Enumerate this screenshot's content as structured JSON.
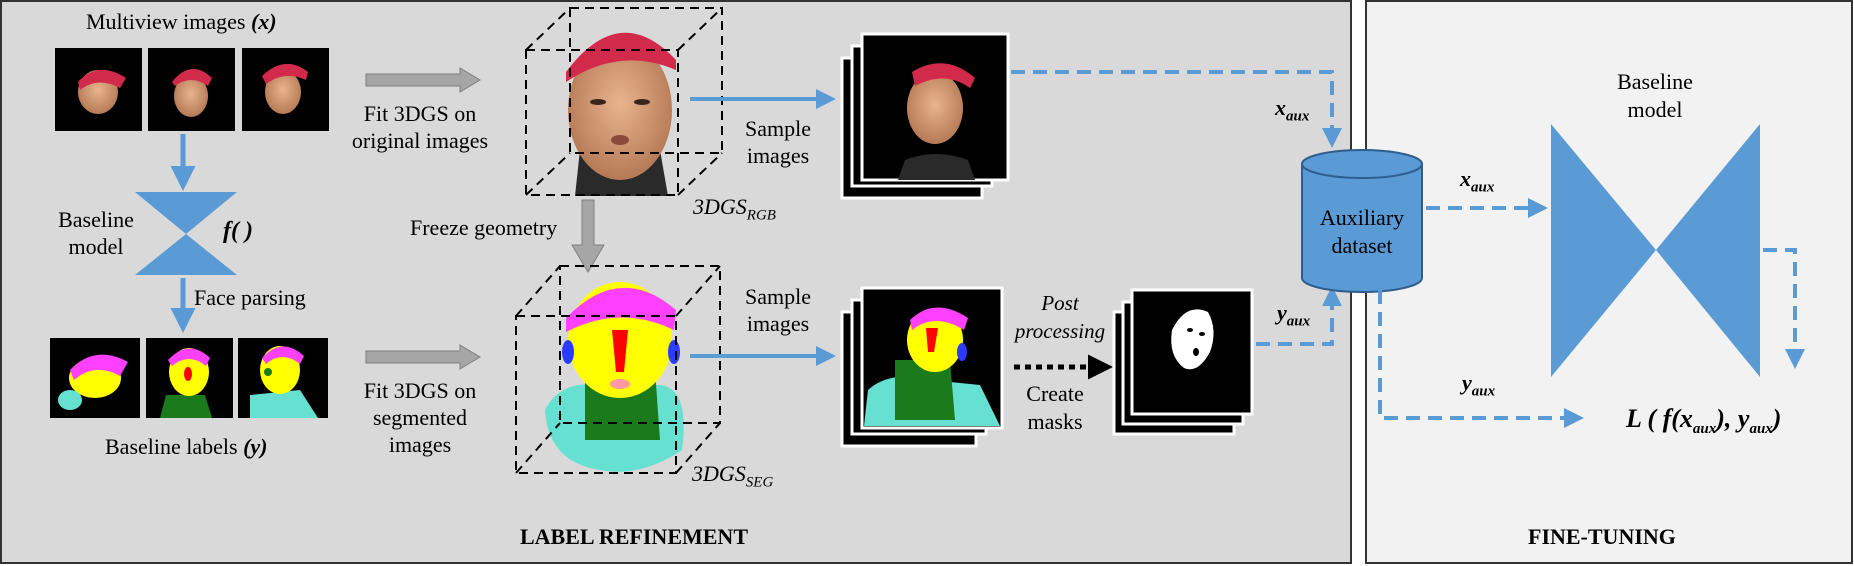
{
  "sections": {
    "label_refinement": "LABEL REFINEMENT",
    "fine_tuning": "FINE-TUNING"
  },
  "left": {
    "multiview_title": "Multiview images",
    "multiview_var": "(x)",
    "baseline_model_line1": "Baseline",
    "baseline_model_line2": "model",
    "function": "f( )",
    "face_parsing": "Face parsing",
    "baseline_labels": "Baseline labels",
    "baseline_labels_var": "(y)"
  },
  "middle": {
    "fit_rgb_line1": "Fit 3DGS",
    "fit_rgb_line2": "on",
    "fit_rgb_line3": "original images",
    "fit_seg_line1": "Fit 3DGS on",
    "fit_seg_line2": "segmented",
    "fit_seg_line3": "images",
    "freeze_geometry": "Freeze geometry",
    "gs_rgb": "3DGS",
    "gs_rgb_sub": "RGB",
    "gs_seg": "3DGS",
    "gs_seg_sub": "SEG",
    "sample_line1": "Sample",
    "sample_line2": "images",
    "sample2_line1": "Sample",
    "sample2_line2": "images"
  },
  "right": {
    "post_line1": "Post",
    "post_line2": "processing",
    "create_line1": "Create",
    "create_line2": "masks",
    "x_aux": "x",
    "x_aux_sub": "aux",
    "y_aux": "y",
    "y_aux_sub": "aux",
    "dataset_line1": "Auxiliary",
    "dataset_line2": "dataset"
  },
  "finetune": {
    "baseline_line1": "Baseline",
    "baseline_line2": "model",
    "x_aux": "x",
    "x_aux_sub": "aux",
    "y_aux": "y",
    "y_aux_sub": "aux",
    "loss_prefix": "L ( f(x",
    "loss_sub1": "aux",
    "loss_mid": "), y",
    "loss_sub2": "aux",
    "loss_suffix": ")"
  },
  "colors": {
    "left_panel_bg": "#d9d9d9",
    "right_panel_bg": "#f2f2f2",
    "blue": "#5b9bd5",
    "gray_arrow": "#a6a6a6",
    "skin": "#ffff00",
    "hair": "#ff40ff",
    "nose": "#ff0000",
    "neck": "#1b7a1b",
    "cloth": "#66e0d0",
    "cap_red": "#d22a4a"
  }
}
